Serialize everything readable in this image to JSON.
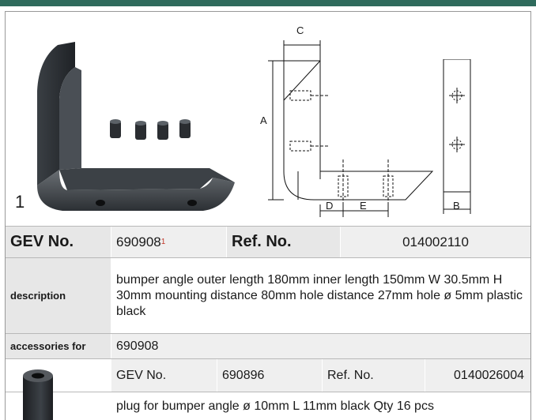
{
  "figure": {
    "number": "1"
  },
  "dims": {
    "a": "A",
    "b": "B",
    "c": "C",
    "d": "D",
    "e": "E"
  },
  "gev": {
    "label": "GEV No.",
    "value": "690908",
    "footnote": "1",
    "ref_label": "Ref. No.",
    "ref_value": "014002110"
  },
  "description": {
    "label": "description",
    "text": "bumper angle  outer length 180mm inner length 150mm W 30.5mm H 30mm mounting distance 80mm hole distance 27mm hole ø 5mm plastic black"
  },
  "accessories": {
    "label": "accessories for",
    "value": "690908"
  },
  "accessory_item": {
    "gev_label": "GEV No.",
    "gev_value": "690896",
    "ref_label": "Ref. No.",
    "ref_value": "0140026004",
    "text": "plug  for bumper angle ø 10mm L 11mm black Qty 16 pcs"
  },
  "colors": {
    "header_bar": "#2f6b5c",
    "label_bg": "#e7e7e7",
    "footnote": "#c0392b"
  }
}
